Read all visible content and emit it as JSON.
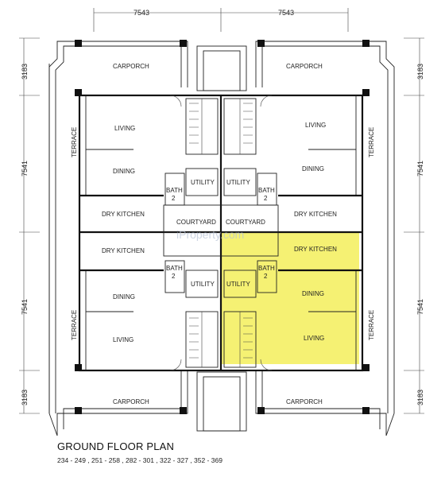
{
  "plan": {
    "title": "GROUND FLOOR PLAN",
    "lot_numbers": "234 - 249 , 251 - 258 , 282 - 301 , 322 - 327 , 352 - 369",
    "watermark": "iProperty.com",
    "highlight_color": "#f3ee5a",
    "dimensions": {
      "top_left": "7543",
      "top_right": "7543",
      "side_top": "3183",
      "side_upper": "7541",
      "side_lower": "7541",
      "side_bottom": "3183"
    },
    "rooms": {
      "carporch": "CARPORCH",
      "living": "LIVING",
      "dining": "DINING",
      "terrace": "TERRACE",
      "utility": "UTILITY",
      "bath": "BATH",
      "bath_no": "2",
      "dry_kitchen": "DRY KITCHEN",
      "courtyard": "COURTYARD"
    }
  }
}
